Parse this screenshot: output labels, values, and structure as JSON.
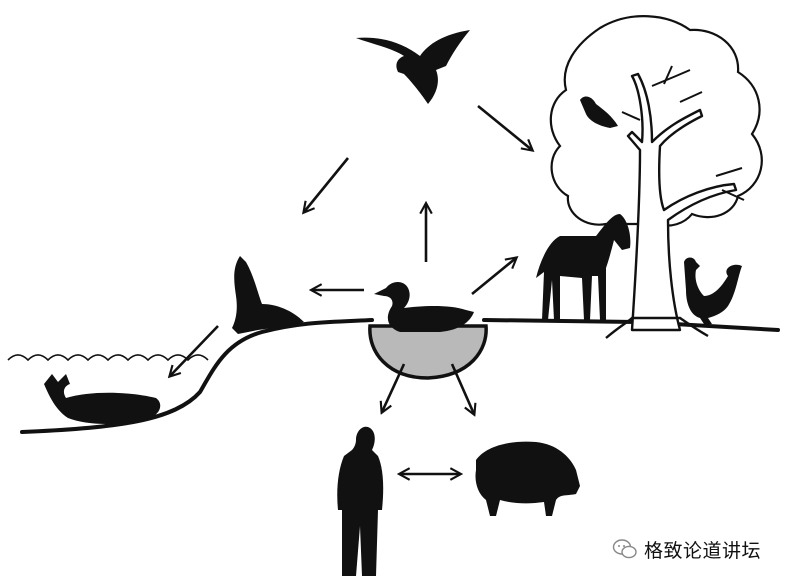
{
  "diagram": {
    "nodes": [
      "bird-in-flight",
      "tree-with-songbird",
      "zebra",
      "rooster",
      "duck-in-pond",
      "sea-lion",
      "whale",
      "human",
      "pig"
    ],
    "edges": [
      {
        "from": "bird-in-flight",
        "to": "tree-with-songbird",
        "style": "arrow"
      },
      {
        "from": "bird-in-flight",
        "to": "sea-lion",
        "style": "arrow"
      },
      {
        "from": "duck-in-pond",
        "to": "bird-in-flight",
        "style": "arrow"
      },
      {
        "from": "duck-in-pond",
        "to": "zebra",
        "style": "arrow"
      },
      {
        "from": "duck-in-pond",
        "to": "sea-lion",
        "style": "arrow"
      },
      {
        "from": "sea-lion",
        "to": "whale",
        "style": "arrow"
      },
      {
        "from": "duck-in-pond",
        "to": "human",
        "style": "arrow"
      },
      {
        "from": "duck-in-pond",
        "to": "pig",
        "style": "arrow"
      },
      {
        "from": "human",
        "to": "pig",
        "style": "double-arrow"
      }
    ],
    "colors": {
      "ink": "#111111",
      "pond_fill": "#b9b9b9",
      "background": "#ffffff"
    }
  },
  "watermark": {
    "text": "格致论道讲坛",
    "icon": "wechat-icon"
  }
}
